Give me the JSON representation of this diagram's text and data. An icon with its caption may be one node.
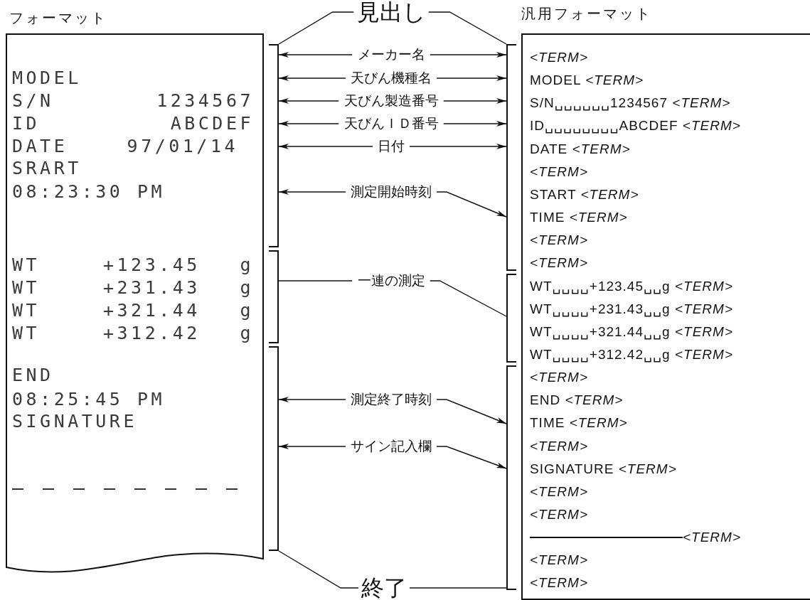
{
  "diagram": {
    "nodes": [
      {
        "text": [
          "フォーマット",
          "MODEL",
          "S/N",
          "1234567",
          "ID",
          "ABCDEF",
          "DATE",
          "97/01/14",
          "SRART",
          "08:23:30 PM",
          "WT",
          "+123.45",
          "g",
          "WT",
          "+231.43",
          "g",
          "WT",
          "+321.44",
          "g",
          "WT",
          "+312.42",
          "g",
          "END",
          "08:25:45 PM",
          "SIGNATURE"
        ]
      },
      {
        "text": [
          "見出し"
        ]
      },
      {
        "text": [],
        "shape": "bracket"
      },
      {
        "text": [],
        "shape": "bracket"
      },
      {
        "text": [],
        "shape": "bracket"
      },
      {
        "text": [
          "メーカー名"
        ]
      },
      {
        "text": [
          "天びん機種名"
        ]
      },
      {
        "text": [
          "天びん製造番号"
        ]
      },
      {
        "text": [
          "天びんＩＤ番号"
        ]
      },
      {
        "text": [
          "日付"
        ]
      },
      {
        "text": [
          "測定開始時刻"
        ]
      },
      {
        "text": [
          "一連の測定"
        ]
      },
      {
        "text": [
          "測定終了時刻"
        ]
      },
      {
        "text": [
          "サイン記入欄"
        ]
      },
      {
        "text": [],
        "shape": "bracket"
      },
      {
        "text": [],
        "shape": "bracket"
      },
      {
        "text": [],
        "shape": "bracket"
      },
      {
        "text": [
          "汎用フォーマット",
          "*<TERM>*",
          "MODEL *<TERM>*",
          "S/N␣␣␣␣␣␣1234567 *<TERM>*",
          "ID␣␣␣␣␣␣␣␣ABCDEF *<TERM>*",
          "DATE *<TERM>*",
          "*<TERM>*",
          "START *<TERM>*",
          "TIME *<TERM>*",
          "*<TERM>*",
          "*<TERM>*",
          "WT␣␣␣␣+123.45␣␣g *<TERM>*",
          "WT␣␣␣␣+231.43␣␣g *<TERM>*",
          "WT␣␣␣␣+321.44␣␣g *<TERM>*",
          "WT␣␣␣␣+312.42␣␣g *<TERM>*",
          "*<TERM>*",
          "END *<TERM>*",
          "TIME *<TERM>*",
          "*<TERM>*",
          "SIGNATURE *<TERM>*",
          "*<TERM>*",
          "*<TERM>*",
          "*<TERM>*",
          "*<TERM>*",
          "*<TERM>*"
        ]
      },
      {
        "text": [
          "終了"
        ]
      }
    ],
    "edges": [
      {
        "from": 1,
        "to": 2,
        "arrow": "none"
      },
      {
        "from": 1,
        "to": 14,
        "arrow": "none"
      },
      {
        "from": 5,
        "to": 2,
        "arrow": "to"
      },
      {
        "from": 5,
        "to": 14,
        "arrow": "to"
      },
      {
        "from": 6,
        "to": 2,
        "arrow": "to"
      },
      {
        "from": 6,
        "to": 14,
        "arrow": "to"
      },
      {
        "from": 7,
        "to": 2,
        "arrow": "to"
      },
      {
        "from": 7,
        "to": 14,
        "arrow": "to"
      },
      {
        "from": 8,
        "to": 2,
        "arrow": "to"
      },
      {
        "from": 8,
        "to": 14,
        "arrow": "to"
      },
      {
        "from": 9,
        "to": 2,
        "arrow": "to"
      },
      {
        "from": 9,
        "to": 14,
        "arrow": "to"
      },
      {
        "from": 10,
        "to": 2,
        "arrow": "to"
      },
      {
        "from": 10,
        "to": 14,
        "arrow": "to"
      },
      {
        "from": 11,
        "to": 3,
        "arrow": "none"
      },
      {
        "from": 11,
        "to": 15,
        "arrow": "none"
      },
      {
        "from": 12,
        "to": 4,
        "arrow": "to"
      },
      {
        "from": 12,
        "to": 16,
        "arrow": "to"
      },
      {
        "from": 13,
        "to": 4,
        "arrow": "to"
      },
      {
        "from": 13,
        "to": 16,
        "arrow": "to"
      },
      {
        "from": 18,
        "to": 4,
        "arrow": "none"
      },
      {
        "from": 18,
        "to": 16,
        "arrow": "none"
      }
    ]
  }
}
